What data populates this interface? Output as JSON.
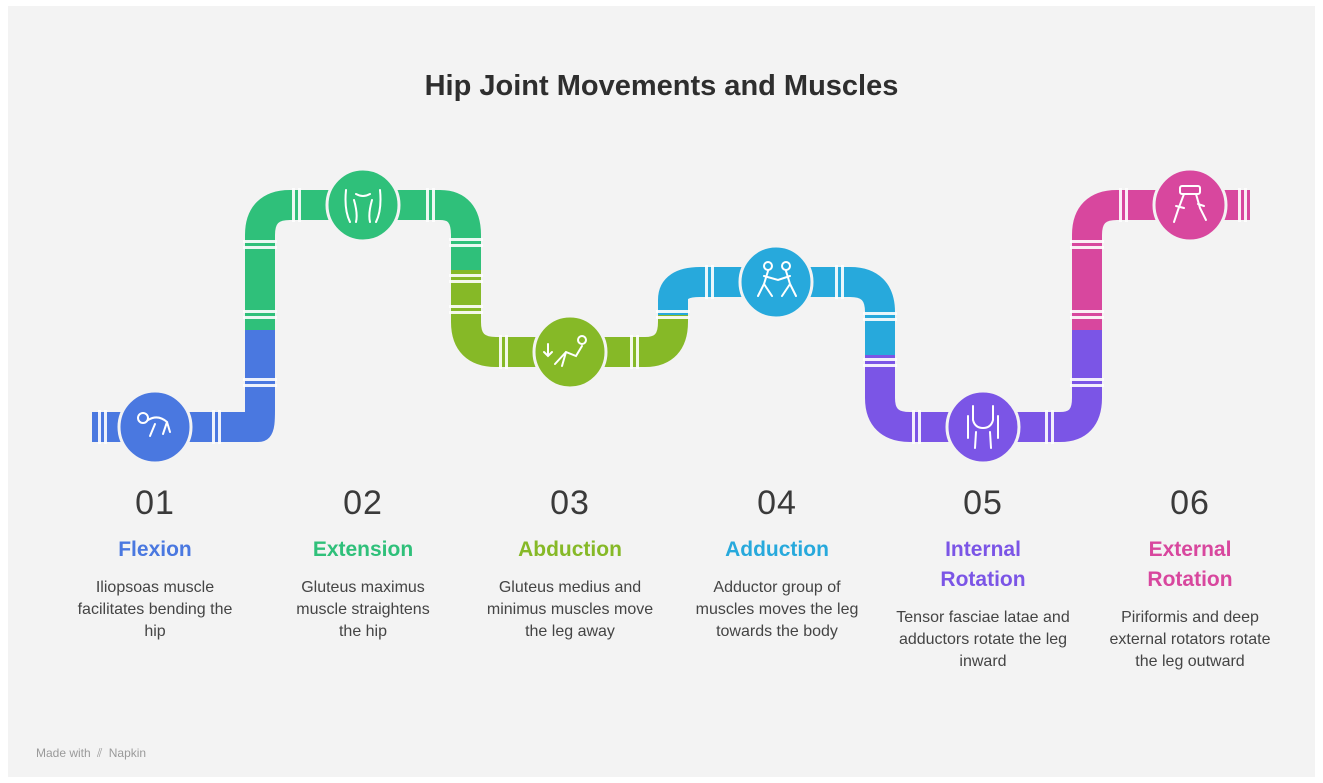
{
  "title": "Hip Joint Movements and Muscles",
  "colors": {
    "flexion": "#4a78e0",
    "extension": "#2fc07a",
    "abduction": "#86b927",
    "adduction": "#27a9dc",
    "internal_rotation": "#7b55e6",
    "external_rotation": "#d8479e"
  },
  "steps": [
    {
      "number": "01",
      "label": "Flexion",
      "description": "Iliopsoas muscle facilitates bending the hip",
      "icon": "crawling-baby-icon"
    },
    {
      "number": "02",
      "label": "Extension",
      "description": "Gluteus maximus muscle straightens the hip",
      "icon": "gluteal-muscles-icon"
    },
    {
      "number": "03",
      "label": "Abduction",
      "description": "Gluteus medius and minimus muscles move the leg away",
      "icon": "reclining-person-icon"
    },
    {
      "number": "04",
      "label": "Adduction",
      "description": "Adductor group of muscles moves the leg towards the body",
      "icon": "two-people-icon"
    },
    {
      "number": "05",
      "label": "Internal Rotation",
      "description": "Tensor fasciae latae and adductors rotate the leg inward",
      "icon": "knee-joint-icon"
    },
    {
      "number": "06",
      "label": "External Rotation",
      "description": "Piriformis and deep external rotators rotate the leg outward",
      "icon": "leg-brace-icon"
    }
  ],
  "footer": {
    "made_with": "Made with",
    "brand": "Napkin"
  }
}
